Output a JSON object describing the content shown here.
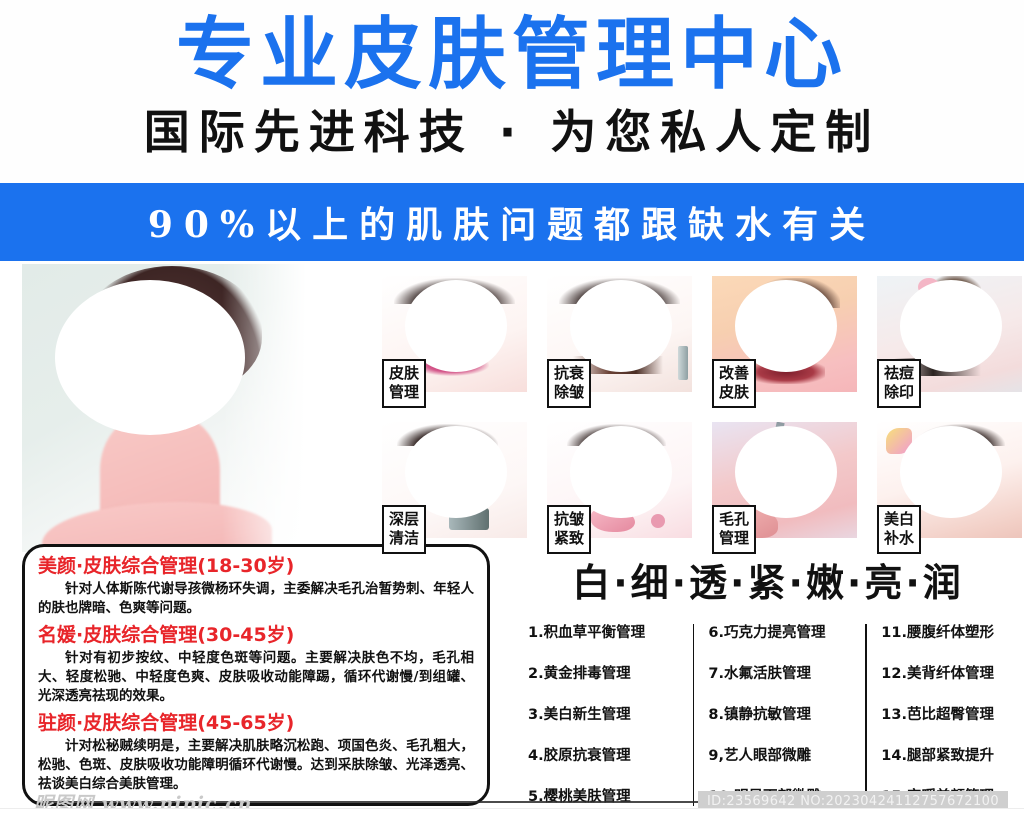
{
  "header": {
    "title_main": "专业皮肤管理中心",
    "title_sub": "国际先进科技 · 为您私人定制",
    "title_color": "#1b72ee"
  },
  "banner": {
    "text": "90%以上的肌肤问题都跟缺水有关",
    "bg_color": "#1b72ee",
    "text_color": "#ffffff"
  },
  "tiles": [
    {
      "label_line1": "皮肤",
      "label_line2": "管理"
    },
    {
      "label_line1": "抗衰",
      "label_line2": "除皱"
    },
    {
      "label_line1": "改善",
      "label_line2": "皮肤"
    },
    {
      "label_line1": "祛痘",
      "label_line2": "除印"
    },
    {
      "label_line1": "深层",
      "label_line2": "清洁"
    },
    {
      "label_line1": "抗皱",
      "label_line2": "紧致"
    },
    {
      "label_line1": "毛孔",
      "label_line2": "管理"
    },
    {
      "label_line1": "美白",
      "label_line2": "补水"
    }
  ],
  "slogan": "白·细·透·紧·嫩·亮·润",
  "card": {
    "sections": [
      {
        "heading": "美颜·皮肤综合管理(18-30岁)",
        "body": "针对人体斯陈代谢导孩微杨环失调，主委解决毛孔治暂势刺、年轻人的肤也牌暗、色爽等问题。"
      },
      {
        "heading": "名媛·皮肤综合管理(30-45岁)",
        "body": "针对有初步按纹、中轻度色斑等问题。主要解决肤色不均，毛孔相大、轻度松驰、中轻度色爽、皮肤吸收动能障踢，循环代谢慢/到组罐、光深透亮祛现的效果。"
      },
      {
        "heading": "驻颜·皮肤综合管理(45-65岁)",
        "body": "计对松秘贼续明是，主要解决肌肤略沉松跑、项国色炎、毛孔粗大，松驰、色斑、皮肤吸收功能障明循环代谢慢。达到采肤除皱、光泽透亮、祛谈美白综合美肤管理。"
      }
    ],
    "heading_color": "#e8252a"
  },
  "services": {
    "column1": [
      "1.积血草平衡管理",
      "2.黄金排毒管理",
      "3.美白新生管理",
      "4.胶原抗衰管理",
      "5.樱桃美肤管理"
    ],
    "column2": [
      "6.巧克力提亮管理",
      "7.水氟活肤管理",
      "8.镇静抗敏管理",
      "9,艺人眼部微雕",
      "10.明星面部微雕"
    ],
    "column3": [
      "11.腰腹纤体塑形",
      "12.美背纤体管理",
      "13.芭比超臀管理",
      "14.腿部紧致提升",
      "15.宫暖美颜管理"
    ]
  },
  "watermarks": {
    "left": "昵图网 www.nipic.cn",
    "right": "ID:23569642 NO:20230424112757672100"
  }
}
